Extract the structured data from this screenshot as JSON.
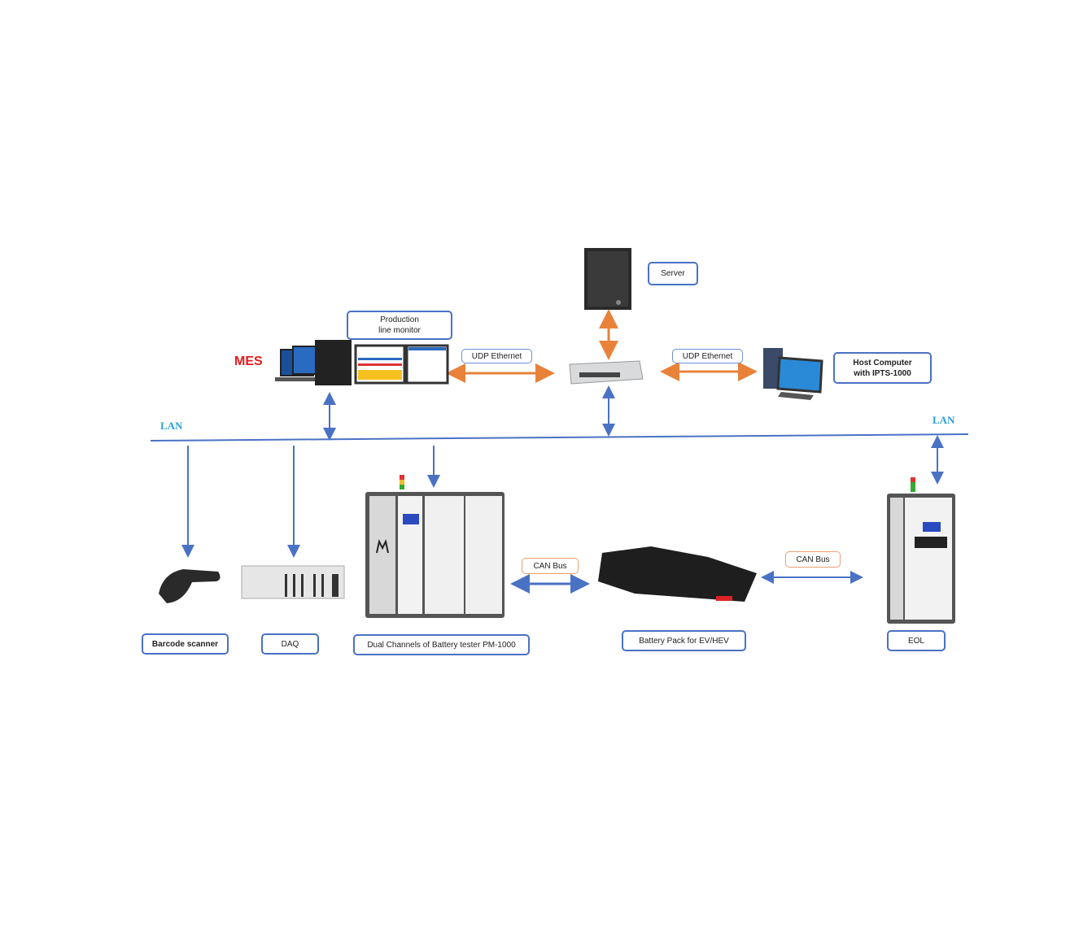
{
  "labels": {
    "mes": "MES",
    "production_monitor": "Production line monitor",
    "server": "Server",
    "udp_left": "UDP Ethernet",
    "udp_right": "UDP Ethernet",
    "host_computer_line1": "Host Computer",
    "host_computer_line2": "with IPTS-1000",
    "lan_left": "LAN",
    "lan_right": "LAN",
    "barcode_scanner": "Barcode scanner",
    "daq": "DAQ",
    "battery_tester": "Dual Channels of Battery tester PM-1000",
    "can_bus_left": "CAN Bus",
    "battery_pack": "Battery Pack for EV/HEV",
    "can_bus_right": "CAN Bus",
    "eol": "EOL"
  },
  "colors": {
    "blue": "#4a72c4",
    "orange": "#e8823a",
    "mes_red": "#e31c1c",
    "lan_text": "#2aa0d8"
  }
}
